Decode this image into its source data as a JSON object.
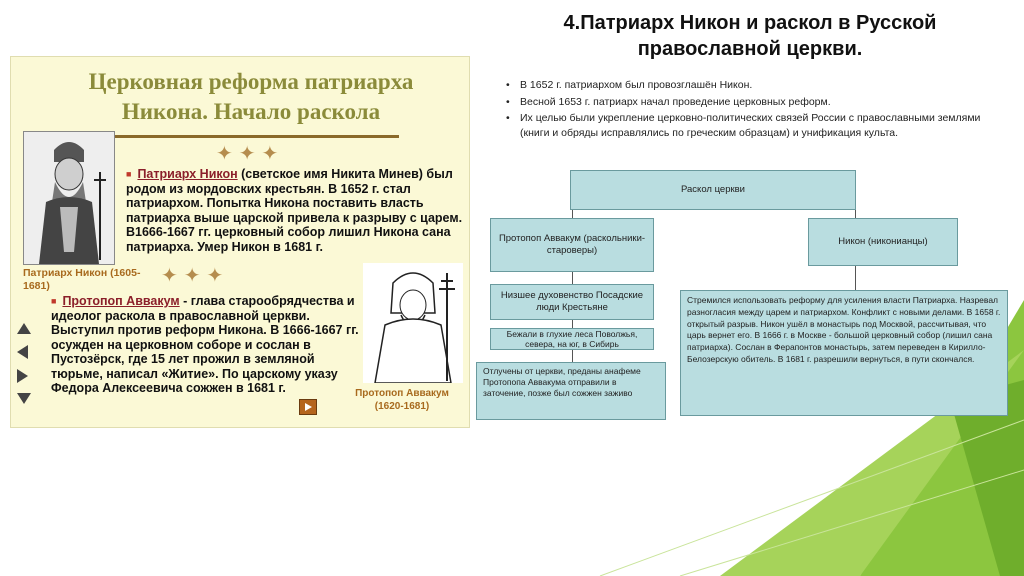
{
  "left": {
    "title_line1": "Церковная реформа патриарха",
    "title_line2": "Никона. Начало раскола",
    "stars": "✦✦✦",
    "caption1": "Патриарх Никон (1605-1681)",
    "para1_link": "Патриарх Никон",
    "para1_text": " (светское имя Никита Минев) был родом из мордовских крестьян. В 1652 г. стал патриархом. Попытка Никона поставить власть патриарха выше царской привела к разрыву с царем. В1666-1667 гг. церковный собор лишил Никона сана патриарха. Умер Никон в 1681 г.",
    "para2_link": "Протопоп Аввакум",
    "para2_text": " - глава старообрядчества и идеолог раскола в православной церкви. Выступил против реформ Никона. В 1666-1667 гг. осужден на церковном соборе и сослан в Пустозёрск, где 15 лет прожил в земляной тюрьме, написал «Житие». По царскому указу Федора Алексеевича сожжен в 1681 г.",
    "caption2": "Протопоп Аввакум (1620-1681)"
  },
  "right": {
    "title_line1": "4.Патриарх Никон и раскол в Русской",
    "title_line2": "православной церкви.",
    "bullets": [
      "В 1652 г. патриархом был провозглашён Никон.",
      "Весной 1653 г. патриарх начал проведение церковных реформ.",
      "Их целью были укрепление церковно-политических связей России с православными землями (книги и обряды исправлялись по греческим образцам) и унификация культа."
    ],
    "diagram": {
      "root": "Раскол церкви",
      "left_branch": "Протопоп Аввакум (раскольники-староверы)",
      "right_branch": "Никон (никонианцы)",
      "left_box1": "Низшее духовенство Посадские люди Крестьяне",
      "left_box2": "Бежали в глухие леса Поволжья, севера, на юг, в Сибирь",
      "left_box3": "Отлучены от церкви, преданы анафеме Протопопа Аввакума отправили в заточение, позже был сожжен заживо",
      "right_box": "Стремился использовать реформу для усиления власти Патриарха. Назревал разногласия между царем и патриархом. Конфликт с новыми делами. В 1658 г. открытый разрыв. Никон ушёл в монастырь под Москвой, рассчитывая, что царь вернет его. В 1666 г. в Москве - большой церковный собор (лишил сана патриарха). Сослан в Ферапонтов монастырь, затем переведен в Кирилло-Белозерскую обитель. В 1681 г. разрешили вернуться, в пути скончался."
    }
  },
  "colors": {
    "accent_green": "#8cc63f",
    "box_fill": "#b9dde0",
    "link": "#8b1f2a"
  }
}
